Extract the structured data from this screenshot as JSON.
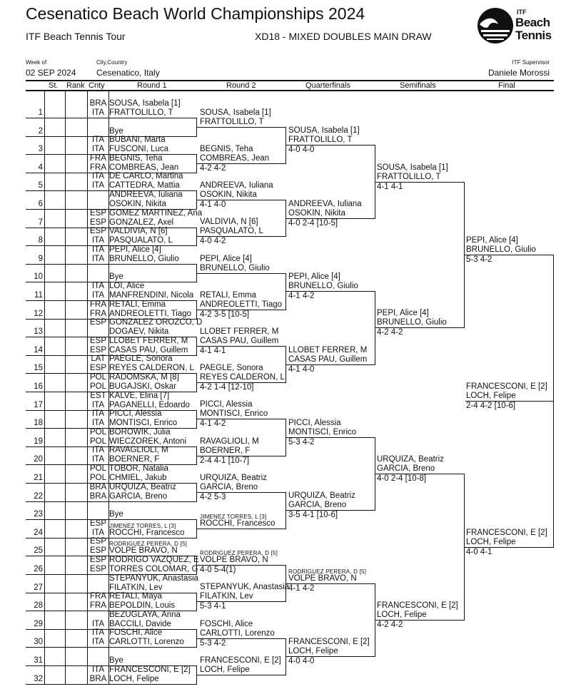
{
  "header": {
    "title": "Cesenatico Beach World Championships 2024",
    "tour": "ITF Beach Tennis Tour",
    "event": "XD18 - MIXED DOUBLES MAIN DRAW",
    "week_label": "Week of",
    "week": "02 SEP 2024",
    "city_label": "City,Country",
    "city": "Cesenatico, Italy",
    "supervisor_label": "ITF Supervisor",
    "supervisor": "Daniele Morossi",
    "logo_text": [
      "ITF",
      "Beach",
      "Tennis"
    ]
  },
  "columns": [
    "St.",
    "Rank",
    "Cnty",
    "Round 1",
    "Round 2",
    "Quarterfinals",
    "Semifinals",
    "Final"
  ],
  "draw": [
    {
      "num": "1",
      "cnty": [
        "BRA",
        "ITA"
      ],
      "names": [
        "SOUSA, Isabela [1]",
        "FRATTOLILLO, T"
      ]
    },
    {
      "num": "2",
      "cnty": [
        "",
        ""
      ],
      "names": [
        "",
        "Bye"
      ]
    },
    {
      "num": "3",
      "cnty": [
        "ITA",
        "ITA"
      ],
      "names": [
        "BUBANI, Marta",
        "FUSCONI, Luca"
      ]
    },
    {
      "num": "4",
      "cnty": [
        "FRA",
        "FRA"
      ],
      "names": [
        "BEGNIS, Teha",
        "COMBREAS, Jean"
      ]
    },
    {
      "num": "5",
      "cnty": [
        "ITA",
        "ITA"
      ],
      "names": [
        "DE CARLO, Martina",
        "CATTEDRA, Mattia"
      ]
    },
    {
      "num": "6",
      "cnty": [
        "",
        ""
      ],
      "names": [
        "ANDREEVA, Iuliana",
        "OSOKIN, Nikita"
      ]
    },
    {
      "num": "7",
      "cnty": [
        "ESP",
        "ESP"
      ],
      "names": [
        "GOMEZ MARTINEZ, Ana",
        "GONZALEZ, Axel"
      ]
    },
    {
      "num": "8",
      "cnty": [
        "ESP",
        "ITA"
      ],
      "names": [
        "VALDIVIA, N [6]",
        "PASQUALATO, L"
      ]
    },
    {
      "num": "9",
      "cnty": [
        "ITA",
        "ITA"
      ],
      "names": [
        "PEPI, Alice [4]",
        "BRUNELLO, Giulio"
      ]
    },
    {
      "num": "10",
      "cnty": [
        "",
        ""
      ],
      "names": [
        "",
        "Bye"
      ]
    },
    {
      "num": "11",
      "cnty": [
        "ITA",
        "ITA"
      ],
      "names": [
        "LOI, Alice",
        "MANFRENDINI, Nicola"
      ]
    },
    {
      "num": "12",
      "cnty": [
        "FRA",
        "FRA"
      ],
      "names": [
        "RETALI, Emma",
        "ANDREOLETTI, Tiago"
      ]
    },
    {
      "num": "13",
      "cnty": [
        "ESP",
        ""
      ],
      "names": [
        "GONZALEZ OROZCO, D",
        "DOGAEV, Nikita"
      ]
    },
    {
      "num": "14",
      "cnty": [
        "ESP",
        "ESP"
      ],
      "names": [
        "LLOBET FERRER, M",
        "CASAS PAU, Guillem"
      ]
    },
    {
      "num": "15",
      "cnty": [
        "LAT",
        "ESP"
      ],
      "names": [
        "PAEGLE, Sonora",
        "REYES CALDERON, L"
      ]
    },
    {
      "num": "16",
      "cnty": [
        "POL",
        "POL"
      ],
      "names": [
        "RADOMSKA, M [8]",
        "BUGAJSKI, Oskar"
      ]
    },
    {
      "num": "17",
      "cnty": [
        "EST",
        "ITA"
      ],
      "names": [
        "KALVE, Elina [7]",
        "PAGANELLI, Edoardo"
      ]
    },
    {
      "num": "18",
      "cnty": [
        "ITA",
        "ITA"
      ],
      "names": [
        "PICCI, Alessia",
        "MONTISCI, Enrico"
      ]
    },
    {
      "num": "19",
      "cnty": [
        "POL",
        "POL"
      ],
      "names": [
        "BOROWIK, Julia",
        "WIECZOREK, Antoni"
      ]
    },
    {
      "num": "20",
      "cnty": [
        "ITA",
        "ITA"
      ],
      "names": [
        "RAVAGLIOLI, M",
        "BOERNER, F"
      ]
    },
    {
      "num": "21",
      "cnty": [
        "POL",
        "POL"
      ],
      "names": [
        "TOBOR, Natalia",
        "CHMIEL, Jakub"
      ]
    },
    {
      "num": "22",
      "cnty": [
        "BRA",
        "BRA"
      ],
      "names": [
        "URQUIZA, Beatriz",
        "GARCIA, Breno"
      ]
    },
    {
      "num": "23",
      "cnty": [
        "",
        ""
      ],
      "names": [
        "",
        "Bye"
      ]
    },
    {
      "num": "24",
      "cnty": [
        "ESP",
        "ITA"
      ],
      "names": [
        "JIMENEZ TORRES, L [3]",
        "ROCCHI, Francesco"
      ]
    },
    {
      "num": "25",
      "cnty": [
        "ESP",
        "ESP"
      ],
      "names": [
        "RODRIGUEZ PERERA, D [5]",
        "VOLPE BRAVO, N"
      ]
    },
    {
      "num": "26",
      "cnty": [
        "ESP",
        "ESP"
      ],
      "names": [
        "RODRIGO VAZQUEZ, E",
        "TORRES COLOMAR, G"
      ]
    },
    {
      "num": "27",
      "cnty": [
        "",
        ""
      ],
      "names": [
        "STEPANYUK, Anastasia",
        "FILATKIN, Lev"
      ]
    },
    {
      "num": "28",
      "cnty": [
        "FRA",
        "FRA"
      ],
      "names": [
        "RETALI, Maya",
        "BEPOLDIN, Louis"
      ]
    },
    {
      "num": "29",
      "cnty": [
        "",
        "ITA"
      ],
      "names": [
        "BEZUGLAYA, Anna",
        "BACCILI, Davide"
      ]
    },
    {
      "num": "30",
      "cnty": [
        "ITA",
        "ITA"
      ],
      "names": [
        "FOSCHI, Alice",
        "CARLOTTI, Lorenzo"
      ]
    },
    {
      "num": "31",
      "cnty": [
        "",
        ""
      ],
      "names": [
        "",
        "Bye"
      ]
    },
    {
      "num": "32",
      "cnty": [
        "ITA",
        "BRA"
      ],
      "names": [
        "FRANCESCONI, E [2]",
        "LOCH, Felipe"
      ]
    }
  ],
  "rounds": [
    [
      {
        "names": [
          "SOUSA, Isabela [1]",
          "FRATTOLILLO, T"
        ],
        "score": ""
      },
      {
        "names": [
          "BEGNIS, Teha",
          "COMBREAS, Jean"
        ],
        "score": "4-2 4-2"
      },
      {
        "names": [
          "ANDREEVA, Iuliana",
          "OSOKIN, Nikita"
        ],
        "score": "4-1 4-0"
      },
      {
        "names": [
          "VALDIVIA, N [6]",
          "PASQUALATO, L"
        ],
        "score": "4-0 4-2"
      },
      {
        "names": [
          "PEPI, Alice [4]",
          "BRUNELLO, Giulio"
        ],
        "score": ""
      },
      {
        "names": [
          "RETALI, Emma",
          "ANDREOLETTI, Tiago"
        ],
        "score": "4-2 3-5 [10-5]"
      },
      {
        "names": [
          "LLOBET FERRER, M",
          "CASAS PAU, Guillem"
        ],
        "score": "4-1 4-1"
      },
      {
        "names": [
          "PAEGLE, Sonora",
          "REYES CALDERON, L"
        ],
        "score": "4-2 1-4 [12-10]"
      },
      {
        "names": [
          "PICCI, Alessia",
          "MONTISCI, Enrico"
        ],
        "score": "4-1 4-2"
      },
      {
        "names": [
          "RAVAGLIOLI, M",
          "BOERNER, F"
        ],
        "score": "2-4 4-1 [10-7]"
      },
      {
        "names": [
          "URQUIZA, Beatriz",
          "GARCIA, Breno"
        ],
        "score": "4-2 5-3"
      },
      {
        "names": [
          "JIMENEZ TORRES, L [3]",
          "ROCCHI, Francesco"
        ],
        "score": ""
      },
      {
        "names": [
          "RODRIGUEZ PERERA, D [5]",
          "VOLPE BRAVO, N"
        ],
        "score": "4-0 5-4(1)"
      },
      {
        "names": [
          "STEPANYUK, Anastasia",
          "FILATKIN, Lev"
        ],
        "score": "5-3 4-1"
      },
      {
        "names": [
          "FOSCHI, Alice",
          "CARLOTTI, Lorenzo"
        ],
        "score": "5-3 4-2"
      },
      {
        "names": [
          "FRANCESCONI, E [2]",
          "LOCH, Felipe"
        ],
        "score": ""
      }
    ],
    [
      {
        "names": [
          "SOUSA, Isabela [1]",
          "FRATTOLILLO, T"
        ],
        "score": "4-0 4-0"
      },
      {
        "names": [
          "ANDREEVA, Iuliana",
          "OSOKIN, Nikita"
        ],
        "score": "4-0 2-4 [10-5]"
      },
      {
        "names": [
          "PEPI, Alice [4]",
          "BRUNELLO, Giulio"
        ],
        "score": "4-1 4-2"
      },
      {
        "names": [
          "LLOBET FERRER, M",
          "CASAS PAU, Guillem"
        ],
        "score": "4-1 4-0"
      },
      {
        "names": [
          "PICCI, Alessia",
          "MONTISCI, Enrico"
        ],
        "score": "5-3 4-2"
      },
      {
        "names": [
          "URQUIZA, Beatriz",
          "GARCIA, Breno"
        ],
        "score": "3-5 4-1 [10-6]"
      },
      {
        "names": [
          "RODRIGUEZ PERERA, D [5]",
          "VOLPE BRAVO, N"
        ],
        "score": "4-1 4-2"
      },
      {
        "names": [
          "FRANCESCONI, E [2]",
          "LOCH, Felipe"
        ],
        "score": "4-0 4-0"
      }
    ],
    [
      {
        "names": [
          "SOUSA, Isabela [1]",
          "FRATTOLILLO, T"
        ],
        "score": "4-1 4-1"
      },
      {
        "names": [
          "PEPI, Alice [4]",
          "BRUNELLO, Giulio"
        ],
        "score": "4-2 4-2"
      },
      {
        "names": [
          "URQUIZA, Beatriz",
          "GARCIA, Breno"
        ],
        "score": "4-0 2-4 [10-8]"
      },
      {
        "names": [
          "FRANCESCONI, E [2]",
          "LOCH, Felipe"
        ],
        "score": "4-2 4-2"
      }
    ],
    [
      {
        "names": [
          "PEPI, Alice [4]",
          "BRUNELLO, Giulio"
        ],
        "score": "5-3 4-2"
      },
      {
        "names": [
          "FRANCESCONI, E [2]",
          "LOCH, Felipe"
        ],
        "score": "4-0 4-1"
      }
    ],
    [
      {
        "names": [
          "FRANCESCONI, E [2]",
          "LOCH, Felipe"
        ],
        "score": "2-4 4-2 [10-6]"
      }
    ]
  ]
}
